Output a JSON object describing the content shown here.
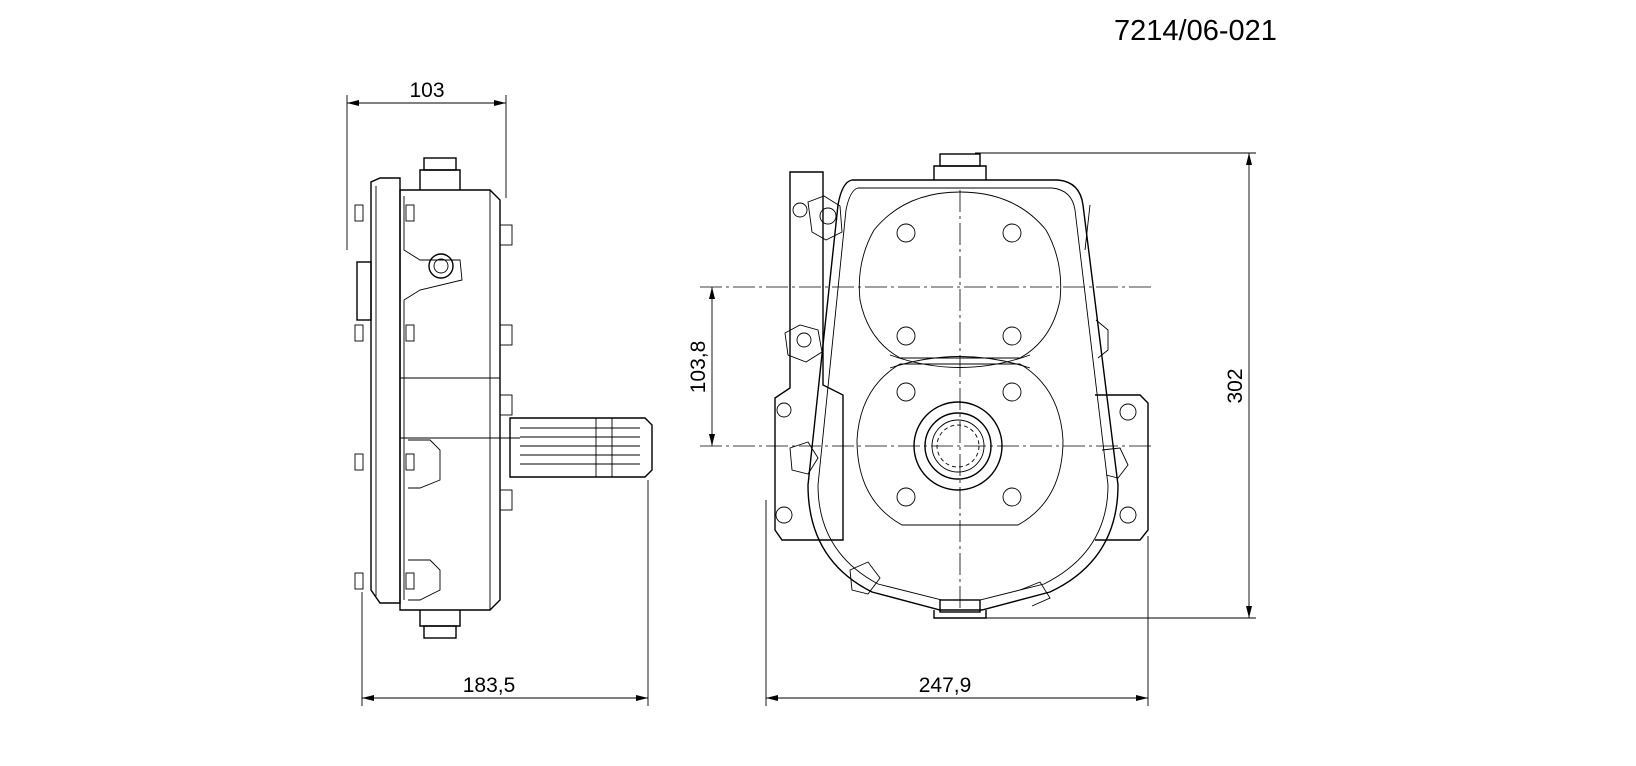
{
  "drawing": {
    "part_number": "7214/06-021",
    "dimensions": {
      "side_width_top": "103",
      "side_width_bottom": "183,5",
      "center_distance": "103,8",
      "front_width": "247,9",
      "front_height": "302"
    }
  }
}
